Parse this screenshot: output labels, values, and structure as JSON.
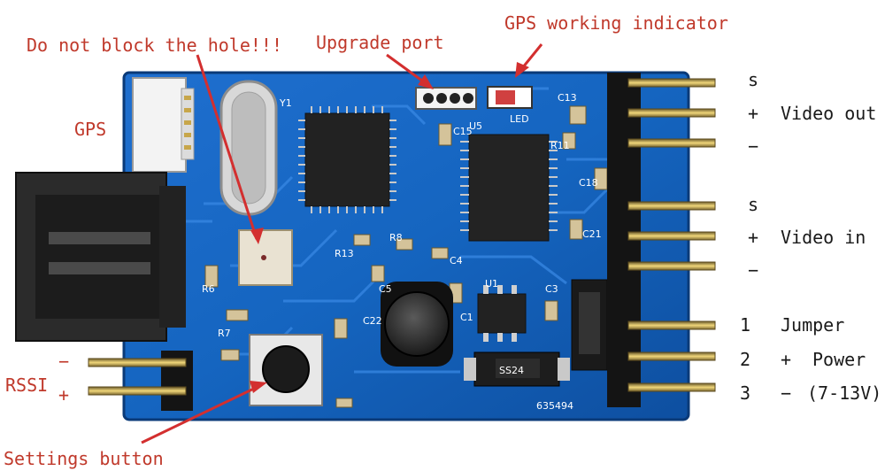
{
  "labels": {
    "gps_indicator": "GPS working indicator",
    "do_not_block": "Do not block the hole!!!",
    "upgrade_port": "Upgrade port",
    "gps": "GPS",
    "rssi": "RSSI",
    "rssi_minus": "−",
    "rssi_plus": "+",
    "settings_button": "Settings button"
  },
  "right_pins": {
    "video_out": {
      "s": "s",
      "plus": "+",
      "minus": "−",
      "name": "Video out"
    },
    "video_in": {
      "s": "s",
      "plus": "+",
      "minus": "−",
      "name": "Video in"
    },
    "power_pins": [
      {
        "num": "1",
        "sign": "",
        "name": "Jumper"
      },
      {
        "num": "2",
        "sign": "+",
        "name": "Power"
      },
      {
        "num": "3",
        "sign": "−",
        "name": "(7-13V)"
      }
    ]
  },
  "board_marks": {
    "y1": "Y1",
    "u5": "U5",
    "led": "LED",
    "c13": "C13",
    "c15": "C15",
    "r11": "R11",
    "c18": "C18",
    "c21": "C21",
    "r8": "R8",
    "c4": "C4",
    "c5": "C5",
    "u1": "U1",
    "c3": "C3",
    "c22": "C22",
    "r6": "R6",
    "r7": "R7",
    "r13": "R13",
    "c1": "C1",
    "serial": "635494",
    "diode": "SS24"
  },
  "colors": {
    "board": "#1565c0",
    "board_dark": "#0d3f8a",
    "arrow": "#d32f2f",
    "label_red": "#c0392b"
  }
}
